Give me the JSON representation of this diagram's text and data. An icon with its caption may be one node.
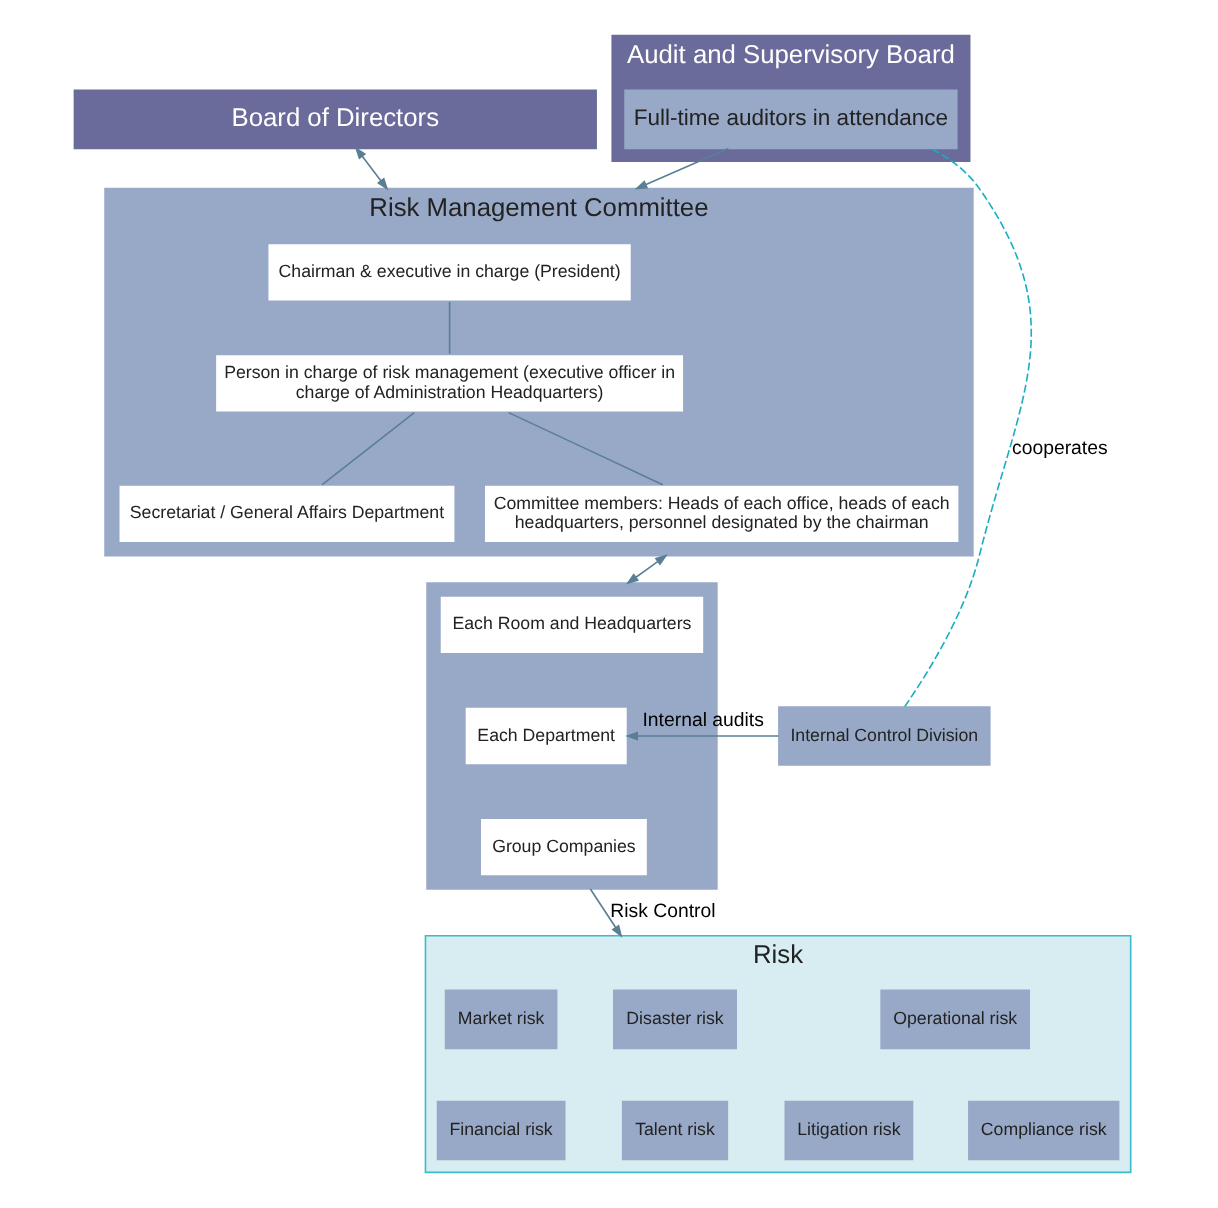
{
  "diagram": {
    "nodes": [
      {
        "text": [
          "Board of Directors"
        ]
      },
      {
        "text": [
          "Audit and Supervisory Board"
        ]
      },
      {
        "text": [
          "Full-time auditors in attendance"
        ],
        "in": 1
      },
      {
        "text": [
          "Risk Management Committee"
        ]
      },
      {
        "text": [
          "Chairman & executive in charge (President)"
        ],
        "in": 3
      },
      {
        "text": [
          "Person in charge of risk management (executive officer in charge of Administration Headquarters)"
        ],
        "in": 3
      },
      {
        "text": [
          "Secretariat / General Affairs Department"
        ],
        "in": 3
      },
      {
        "text": [
          "Committee members: Heads of each office, heads of each headquarters, personnel designated by the chairman"
        ],
        "in": 3
      },
      {
        "text": [],
        "shape": "box"
      },
      {
        "text": [
          "Each Room and Headquarters"
        ],
        "in": 8
      },
      {
        "text": [
          "Each Department"
        ],
        "in": 8
      },
      {
        "text": [
          "Group Companies"
        ],
        "in": 8
      },
      {
        "text": [
          "Internal Control Division"
        ]
      },
      {
        "text": [
          "Risk"
        ]
      },
      {
        "text": [
          "Market risk"
        ],
        "in": 13
      },
      {
        "text": [
          "Disaster risk"
        ],
        "in": 13
      },
      {
        "text": [
          "Operational risk"
        ],
        "in": 13
      },
      {
        "text": [
          "Financial risk"
        ],
        "in": 13
      },
      {
        "text": [
          "Talent risk"
        ],
        "in": 13
      },
      {
        "text": [
          "Litigation risk"
        ],
        "in": 13
      },
      {
        "text": [
          "Compliance risk"
        ],
        "in": 13
      }
    ],
    "edges": [
      {
        "from": 0,
        "to": 3,
        "arrow": "both"
      },
      {
        "from": 2,
        "to": 3,
        "arrow": "to"
      },
      {
        "from": 4,
        "to": 5,
        "arrow": "none"
      },
      {
        "from": 5,
        "to": 7,
        "arrow": "none"
      },
      {
        "from": 5,
        "to": 6,
        "arrow": "none"
      },
      {
        "from": 3,
        "to": 8,
        "arrow": "both"
      },
      {
        "from": 12,
        "to": 10,
        "arrow": "to",
        "label": "Internal audits"
      },
      {
        "from": 12,
        "to": 2,
        "arrow": "none",
        "label": "cooperates",
        "style": "dashed",
        "color": "#1aafc0"
      },
      {
        "from": 8,
        "to": 13,
        "arrow": "to",
        "label": "Risk Control"
      }
    ]
  }
}
